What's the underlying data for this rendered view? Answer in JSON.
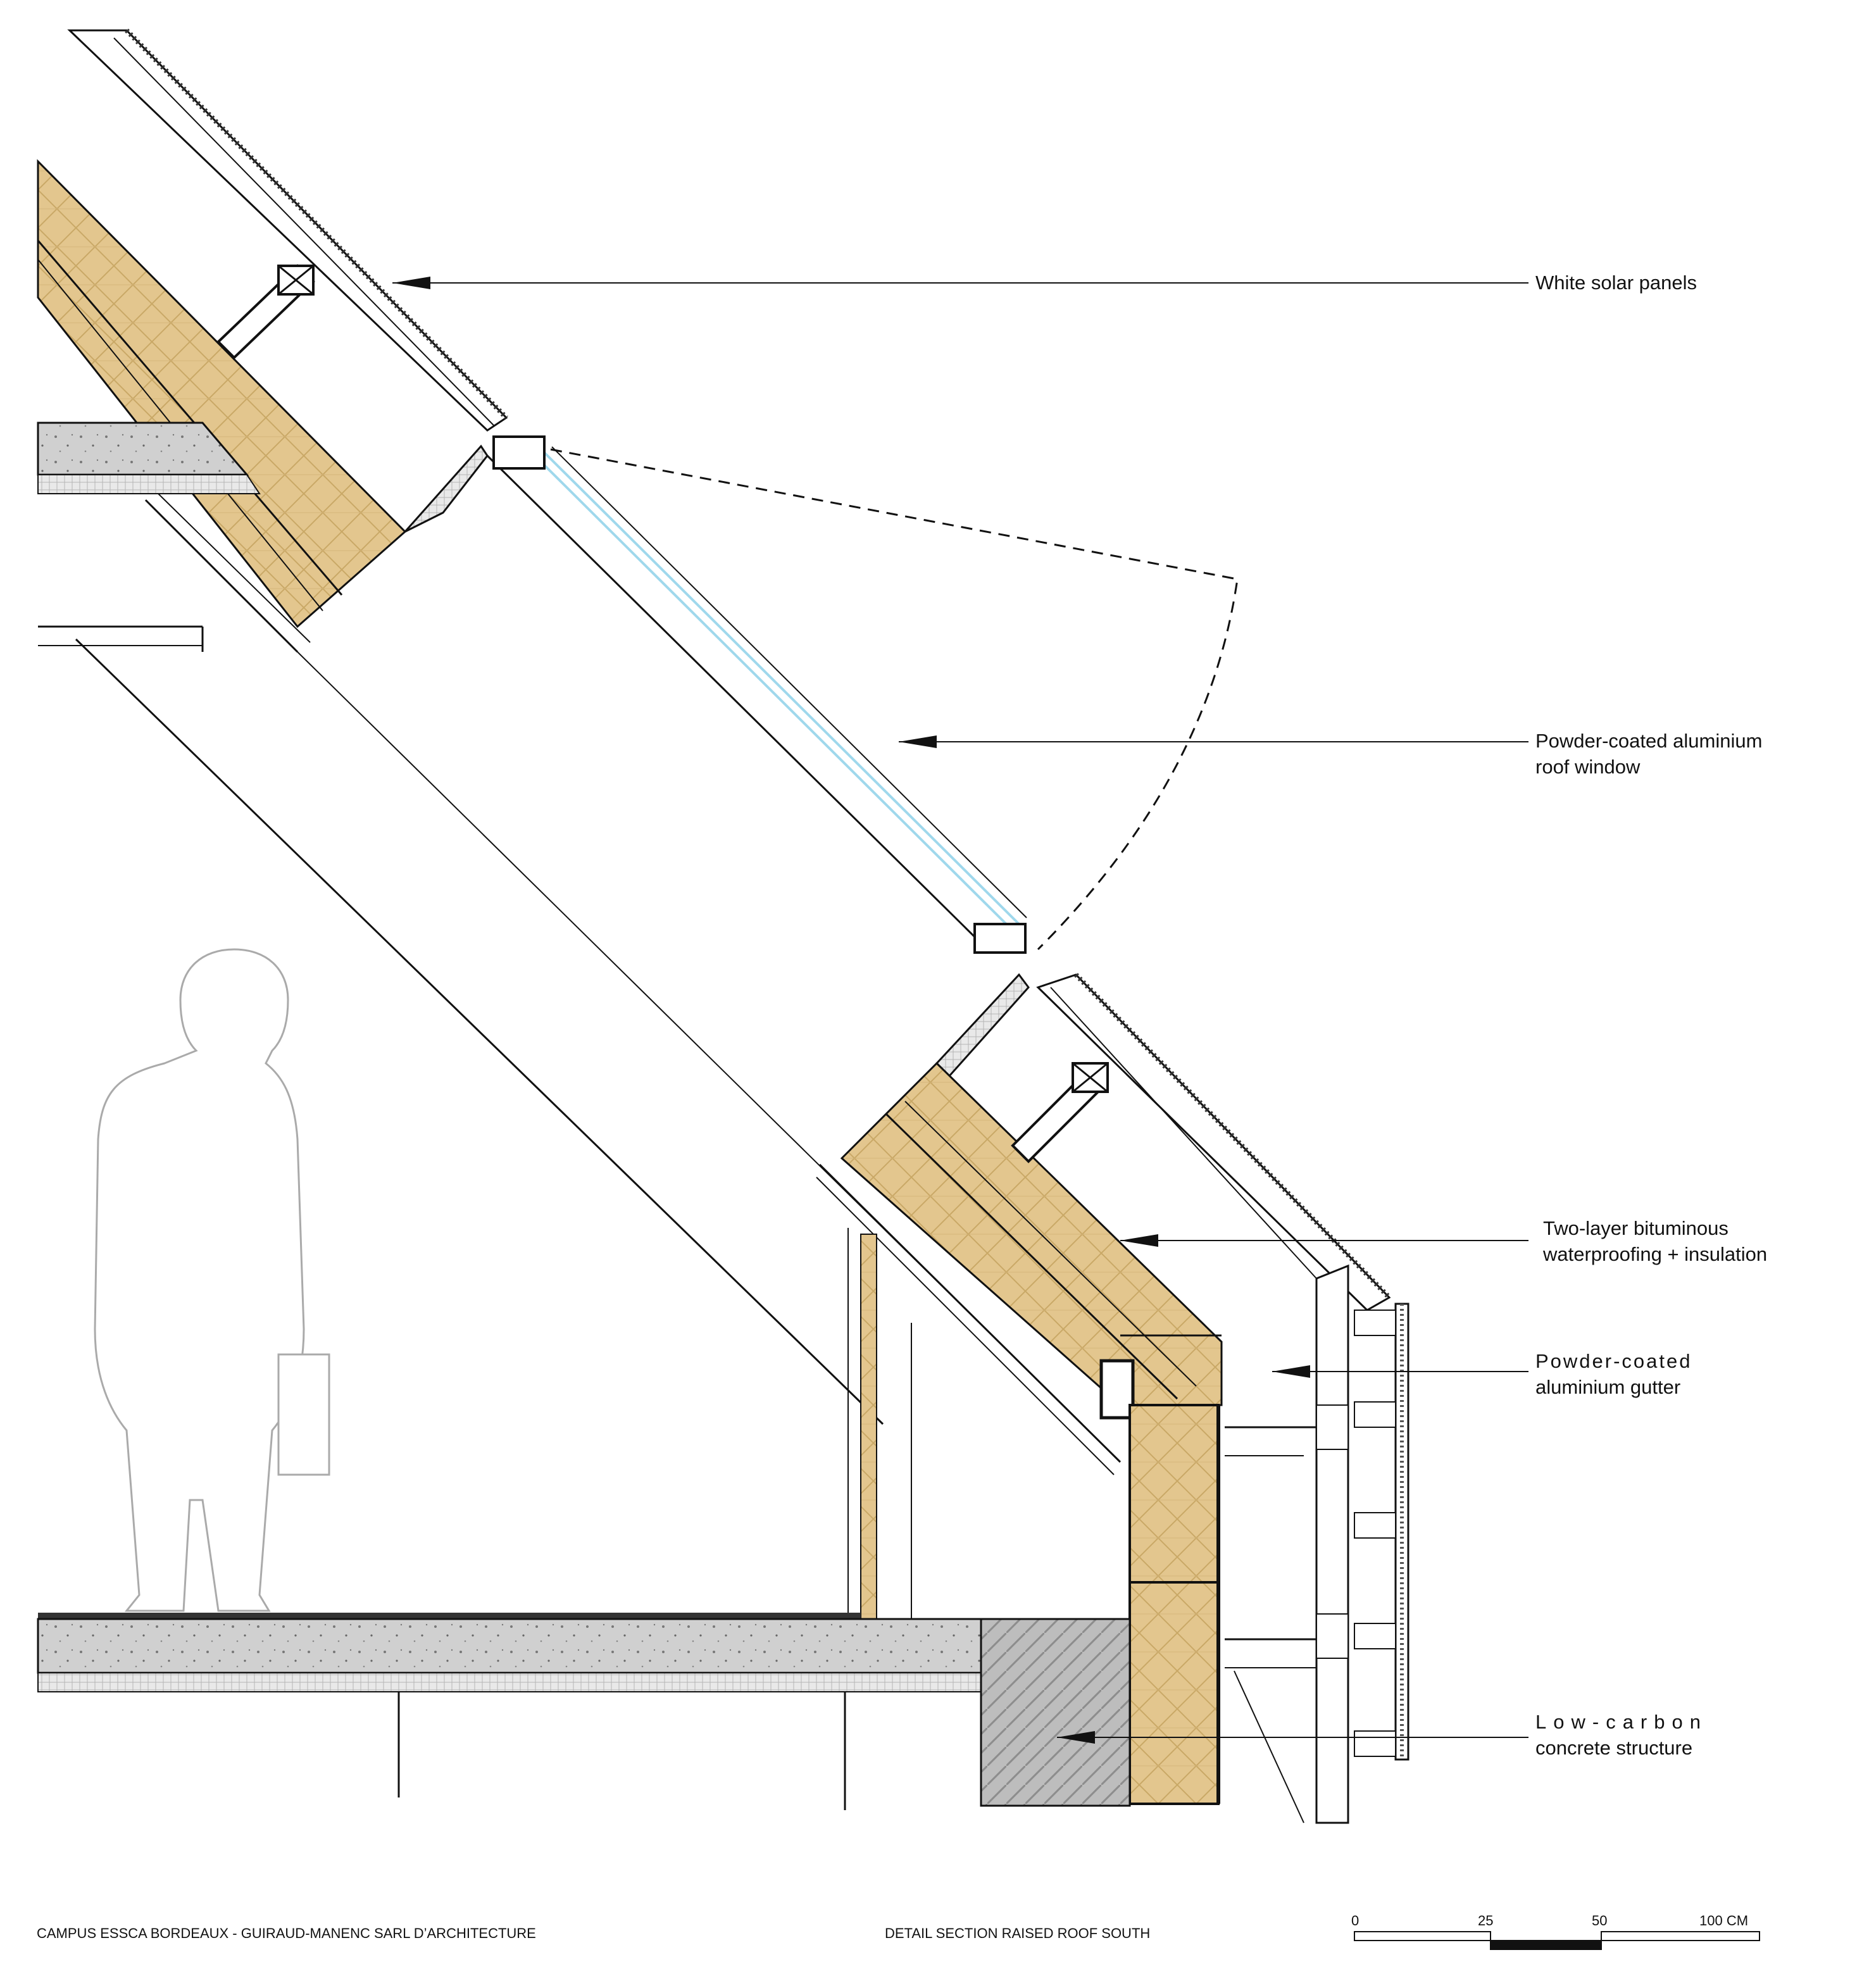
{
  "annotations": {
    "solar": "White solar panels",
    "window_l1": "Powder-coated aluminium",
    "window_l2": "roof window",
    "waterproof_l1": "Two-layer bituminous",
    "waterproof_l2": "waterproofing + insulation",
    "gutter_l1": "Powder-coated",
    "gutter_l2": "aluminium gutter",
    "concrete_l1": "Low-carbon",
    "concrete_l2": "concrete structure"
  },
  "footer": {
    "credit": "CAMPUS ESSCA BORDEAUX - GUIRAUD-MANENC SARL D’ARCHITECTURE",
    "title": "DETAIL SECTION RAISED ROOF SOUTH"
  },
  "scale_bar": {
    "ticks": [
      "0",
      "25",
      "50",
      "100 CM"
    ]
  },
  "colors": {
    "insulation": "#e2c48a",
    "concrete": "#cfcfcf",
    "glass": "#9fd8ec",
    "line": "#111111"
  }
}
